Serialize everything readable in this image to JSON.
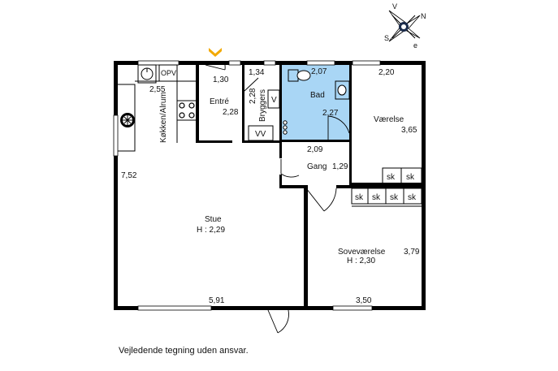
{
  "rooms": {
    "kitchen": "Køkken/Alrum",
    "entry": "Entré",
    "utility": "Bryggers",
    "bath": "Bad",
    "room": "Værelse",
    "hall": "Gang",
    "living": "Stue",
    "living_height": "H : 2,29",
    "bedroom": "Soveværelse",
    "bedroom_height": "H : 2,30"
  },
  "dimensions": {
    "kitchen_top": "2,55",
    "kitchen_side": "7,52",
    "entry_top": "1,30",
    "entry_side": "2,28",
    "utility_top": "1,34",
    "utility_side": "2,28",
    "bath_top": "2,07",
    "bath_side": "2,27",
    "bath_bottom": "2,09",
    "room_top": "2,20",
    "room_side": "3,65",
    "hall_width": "1,29",
    "living_bottom": "5,91",
    "bedroom_bottom": "3,50",
    "bedroom_side": "3,79"
  },
  "fixtures": {
    "opv": "OPV",
    "v": "V",
    "vv": "VV",
    "cabinet": "sk"
  },
  "compass": {
    "n": "N",
    "s": "S",
    "e": "e",
    "w": "V"
  },
  "disclaimer": "Vejledende tegning uden ansvar.",
  "colors": {
    "bath_fill": "#a9d6f5",
    "entry_arrow": "#f2a900",
    "wall": "#000000"
  }
}
